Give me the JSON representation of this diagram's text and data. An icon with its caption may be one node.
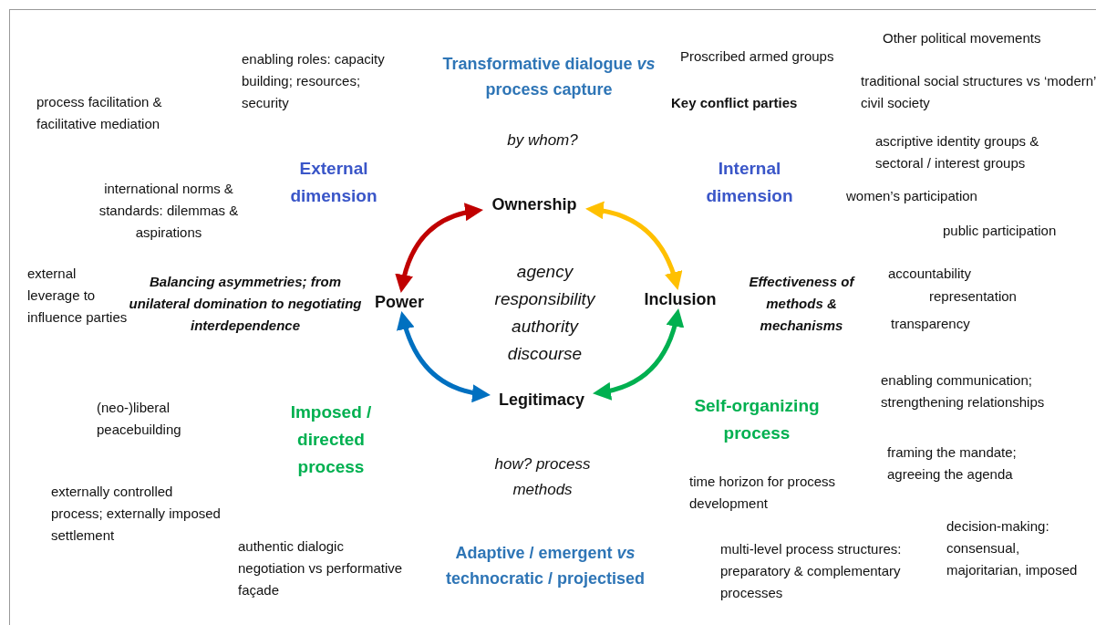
{
  "diagram": {
    "nodes": [
      {
        "text": [
          "Ownership"
        ]
      },
      {
        "text": [
          "Inclusion"
        ]
      },
      {
        "text": [
          "Legitimacy"
        ]
      },
      {
        "text": [
          "Power"
        ]
      }
    ],
    "edges": [
      {
        "from": 0,
        "to": 1,
        "arrow": "both",
        "color": "#ffc000"
      },
      {
        "from": 1,
        "to": 2,
        "arrow": "both",
        "color": "#00b050"
      },
      {
        "from": 2,
        "to": 3,
        "arrow": "both",
        "color": "#0070c0"
      },
      {
        "from": 3,
        "to": 0,
        "arrow": "both",
        "color": "#c00000"
      }
    ],
    "labels": [
      "Other political movements",
      "Proscribed armed groups",
      "enabling roles: capacity building; resources; security",
      "Transformative dialogue *vs* process capture",
      "traditional social structures vs ‘modern’ civil society",
      "process facilitation & facilitative mediation",
      "Key conflict parties",
      "by whom?",
      "ascriptive identity groups & sectoral / interest groups",
      "External dimension",
      "Internal dimension",
      "international norms & standards: dilemmas & aspirations",
      "women’s participation",
      "public participation",
      "agency responsibility authority discourse",
      "external leverage to influence parties",
      "Balancing asymmetries; from unilateral domination to negotiating interdependence",
      "accountability",
      "Effectiveness of methods & mechanisms",
      "representation",
      "transparency",
      "enabling communication; strengthening relationships",
      "(neo-)liberal peacebuilding",
      "Imposed / directed process",
      "Self-organizing process",
      "framing the mandate; agreeing the agenda",
      "how? process methods",
      "time horizon for process development",
      "externally controlled process; externally imposed settlement",
      "decision-making: consensual, majoritarian, imposed",
      "authentic dialogic negotiation vs performative façade",
      "Adaptive / emergent *vs* technocratic / projectised",
      "multi-level process structures: preparatory & complementary processes"
    ]
  }
}
